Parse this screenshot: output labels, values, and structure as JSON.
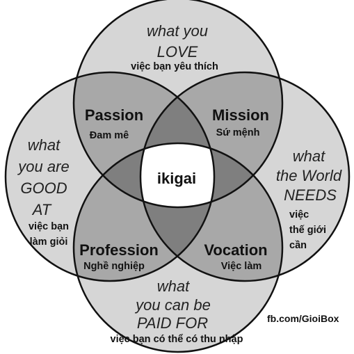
{
  "circles": {
    "love": {
      "lines": [
        "what you",
        "LOVE"
      ],
      "sub": "việc bạn yêu thích"
    },
    "good_at": {
      "lines": [
        "what",
        "you are",
        "GOOD",
        "AT"
      ],
      "sub": [
        "việc bạn",
        "làm giỏi"
      ]
    },
    "world_needs": {
      "lines": [
        "what",
        "the World",
        "NEEDS"
      ],
      "sub": [
        "việc",
        "thế giới",
        "cần"
      ]
    },
    "paid_for": {
      "lines": [
        "what",
        "you can be",
        "PAID FOR"
      ],
      "sub": "việc bạn có thể có thu nhập"
    }
  },
  "intersections": {
    "passion": {
      "title": "Passion",
      "sub": "Đam mê"
    },
    "mission": {
      "title": "Mission",
      "sub": "Sứ mệnh"
    },
    "profession": {
      "title": "Profession",
      "sub": "Nghề nghiệp"
    },
    "vocation": {
      "title": "Vocation",
      "sub": "Việc làm"
    }
  },
  "center": {
    "label": "ikigai"
  },
  "credit": "fb.com/GioiBox",
  "colors": {
    "single": "#d6d6d6",
    "double": "#a8a8a8",
    "triple": "#7f7f7f",
    "center": "#ffffff",
    "stroke": "#111111"
  }
}
